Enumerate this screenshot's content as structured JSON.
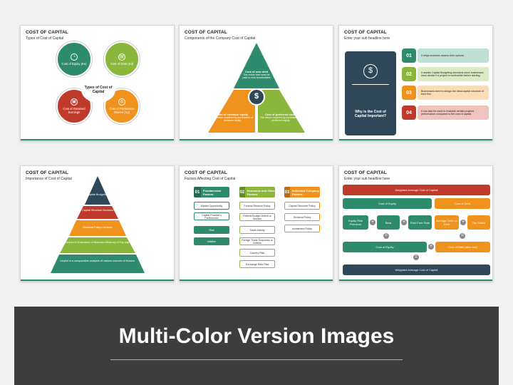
{
  "slides": [
    {
      "title": "COST OF CAPITAL",
      "subtitle": "Types of Cost of Capital",
      "center_label": "Types of Cost of Capital",
      "items": [
        {
          "label": "Cost of Equity (Ke)",
          "color": "#2e8b6e"
        },
        {
          "label": "Cost of Debt (Kd)",
          "color": "#8ab63c"
        },
        {
          "label": "Cost of Retained Earnings",
          "color": "#c03a2b"
        },
        {
          "label": "Cost of Preference Shares (Kp)",
          "color": "#f0921e"
        }
      ]
    },
    {
      "title": "COST OF CAPITAL",
      "subtitle": "Components of the Company Cost of Capital",
      "top": {
        "title": "Cost of new debt",
        "desc": "The return that must be paid to new bondholders",
        "color": "#2e8b6e"
      },
      "left": {
        "title": "Cost of common equity",
        "desc": "The return required by purchasers of common equity",
        "color": "#f0921e"
      },
      "right": {
        "title": "Cost of preferred stock",
        "desc": "The return required by purchasers of preferred equity",
        "color": "#8ab63c"
      },
      "center_symbol": "$"
    },
    {
      "title": "COST OF CAPITAL",
      "subtitle": "Enter your sub headline here",
      "panel_label": "Why is the Cost of Capital Important?",
      "items": [
        {
          "num": "01",
          "text": "It helps investors assess their options.",
          "color": "#2e8b6e",
          "light": "#bfe0d4"
        },
        {
          "num": "02",
          "text": "It assists Capital Budgeting decisions since businesses must decide if a project is worthwhile before starting.",
          "color": "#8ab63c",
          "light": "#dcebc3"
        },
        {
          "num": "03",
          "text": "Businesses need to design the ideal capital structure of their firm.",
          "color": "#f0921e",
          "light": "#fbdcb5"
        },
        {
          "num": "04",
          "text": "It can also be used to evaluate certain projects' performance compared to the cost of capital.",
          "color": "#c03a2b",
          "light": "#f1c3bd"
        }
      ]
    },
    {
      "title": "COST OF CAPITAL",
      "subtitle": "Importance of Cost of Capital",
      "levels": [
        {
          "label": "Capital Budgeting",
          "color": "#2f4858"
        },
        {
          "label": "Capital Structure Decision",
          "color": "#c03a2b"
        },
        {
          "label": "Dividend Policy Decision",
          "color": "#f0921e"
        },
        {
          "label": "Helpful in Evaluation of financial efficiency of Top mgt.",
          "color": "#8ab63c"
        },
        {
          "label": "Helpful in a comparative analysis of various sources of finance.",
          "color": "#2e8b6e"
        }
      ]
    },
    {
      "title": "COST OF CAPITAL",
      "subtitle": "Factors Affecting Cost of Capital",
      "columns": [
        {
          "num": "01",
          "label": "Fundamental Factors",
          "color": "#2e8b6e",
          "items": [
            "Market Opportunity",
            "Capital Provider's Preferences",
            "Risk",
            "Inflation"
          ]
        },
        {
          "num": "02",
          "label": "Economic and Other Factors",
          "color": "#8ab63c",
          "items": [
            "Federal Reserve Policy",
            "Federal Budget Deficit or Surplus",
            "Trade Activity",
            "Foreign Trade Surpluses or Deficits",
            "Country Risk",
            "Exchange Rate Risk"
          ]
        },
        {
          "num": "03",
          "label": "Individual Company Factors",
          "color": "#f0921e",
          "items": [
            "Capital Structure Policy",
            "Dividend Policy",
            "Investment Policy"
          ]
        }
      ]
    },
    {
      "title": "COST OF CAPITAL",
      "subtitle": "Enter your sub headline here",
      "wacc_top": "Weighted Average Cost of Capital",
      "wacc_bottom": "Weighted Average Cost of Capital",
      "cost_equity": "Cost of Equity",
      "cost_debt": "Cost of Debt",
      "equity_parts": [
        "Equity Risk Premium",
        "Beta",
        "Risk-Free Rate"
      ],
      "debt_parts": [
        "Average Yield on Debt",
        "Tax Shield"
      ],
      "result_equity": "Cost of Equity",
      "result_debt": "Cost of Debt (after-tax)"
    }
  ],
  "banner": {
    "title": "Multi-Color Version Images"
  }
}
